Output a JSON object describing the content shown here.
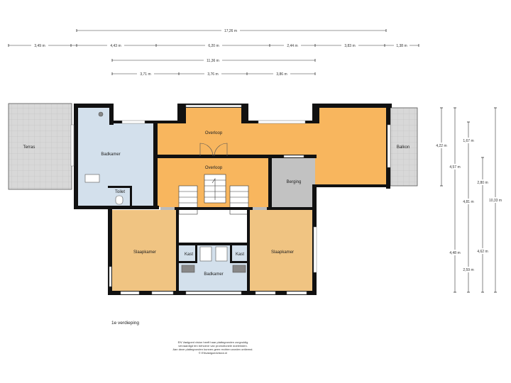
{
  "dimensions": {
    "row1": [
      "17,26 m"
    ],
    "row2": [
      "3,49 m",
      "4,43 m",
      "6,20 m",
      "2,44 m",
      "3,83 m",
      "1,38 m"
    ],
    "row3": [
      "11,36 m"
    ],
    "row4": [
      "3,71 m",
      "3,76 m",
      "3,86 m"
    ],
    "right": [
      "4,22 m",
      "1,67 m",
      "4,57 m",
      "2,80 m",
      "4,81 m",
      "10,33 m",
      "4,48 m",
      "4,62 m",
      "2,59 m"
    ]
  },
  "rooms": {
    "terras": "Terras",
    "badkamer_top": "Badkamer",
    "toilet": "Toilet",
    "overloop_top": "Overloop",
    "overloop_mid": "Overloop",
    "berging": "Berging",
    "balkon": "Balkon",
    "slaapkamer_left": "Slaapkamer",
    "slaapkamer_right": "Slaapkamer",
    "kast_left": "Kast",
    "kast_right": "Kast",
    "badkamer_bottom": "Badkamer"
  },
  "floor_label": "1e verdieping",
  "disclaimer": [
    "EN Vastgoed vision heeft haar plattegronden zorgvuldig",
    "vervaardigd ten behoeve van promotionele doeleinden.",
    "Aan deze plattegronden kunnen geen rechten worden ontleend.",
    "© ENvastgoedvision.nl"
  ],
  "colors": {
    "orange": "#f8b65e",
    "orange_light": "#f0c482",
    "blue": "#d3e0ec",
    "grey": "#c2c2c2",
    "terrace": "#d8d8d8",
    "wall": "#111111"
  }
}
